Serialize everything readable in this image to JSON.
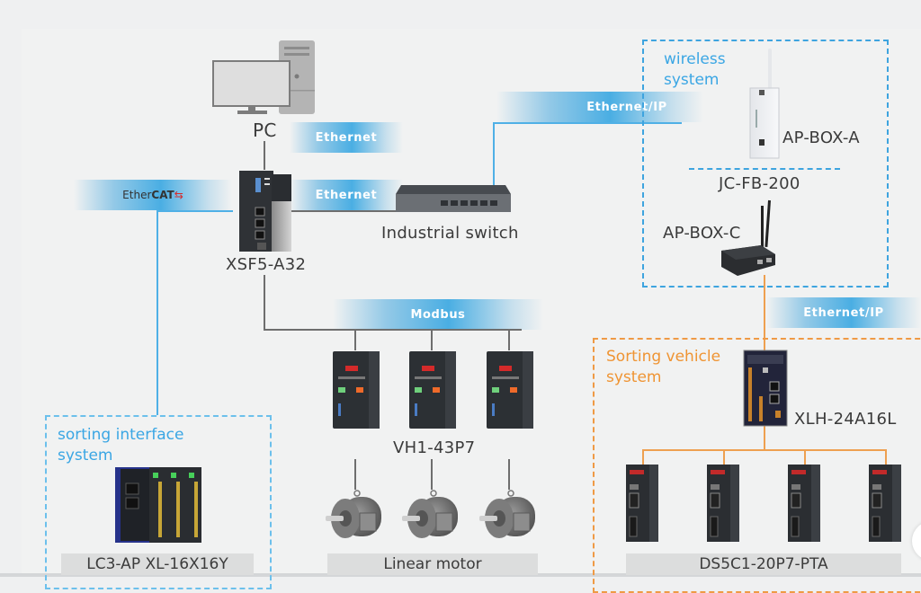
{
  "diagram": {
    "devices": {
      "pc": "PC",
      "controller": "XSF5-A32",
      "switch": "Industrial switch",
      "ap_box_a": "AP-BOX-A",
      "jc_fb": "JC-FB-200",
      "ap_box_c": "AP-BOX-C",
      "inverter": "VH1-43P7",
      "xlh": "XLH-24A16L"
    },
    "protocols": {
      "ethernet_pc": "Ethernet",
      "ethernet_switch": "Ethernet",
      "ethercat_prefix": "Ether",
      "ethercat_suffix": "CAT",
      "ethernet_ip_top": "Ethernet/IP",
      "modbus": "Modbus",
      "ethernet_ip_right": "Ethernet/IP"
    },
    "groups": {
      "wireless_line1": "wireless",
      "wireless_line2": "system",
      "sorting_interface_line1": "sorting interface",
      "sorting_interface_line2": "system",
      "sorting_vehicle_line1": "Sorting vehicle",
      "sorting_vehicle_line2": "system"
    },
    "captions": {
      "io_module": "LC3-AP XL-16X16Y",
      "motor": "Linear motor",
      "servo": "DS5C1-20P7-PTA"
    },
    "colors": {
      "accent_blue": "#3aa6e4",
      "accent_orange": "#ef9433",
      "line_gray": "#6e6e6e"
    }
  }
}
